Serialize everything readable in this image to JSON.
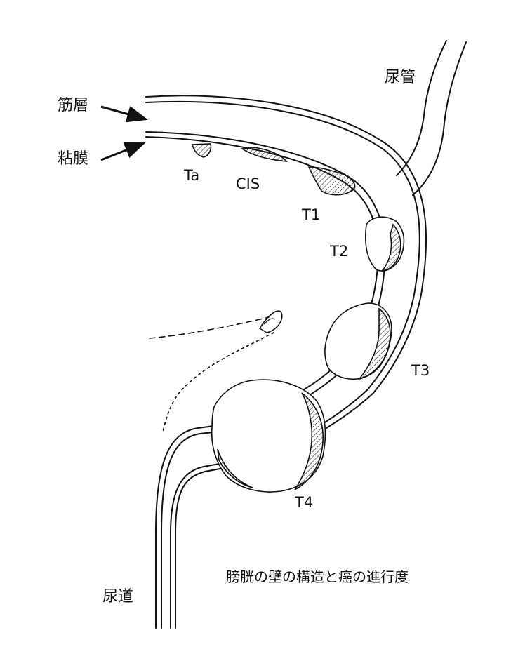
{
  "labels": {
    "muscle_layer": "筋層",
    "mucosa": "粘膜",
    "ureter": "尿管",
    "urethra": "尿道"
  },
  "stages": {
    "ta": "Ta",
    "cis": "CIS",
    "t1": "T1",
    "t2": "T2",
    "t3": "T3",
    "t4": "T4"
  },
  "caption": "膀胱の壁の構造と癌の進行度",
  "colors": {
    "ink": "#111111",
    "background": "#ffffff"
  }
}
